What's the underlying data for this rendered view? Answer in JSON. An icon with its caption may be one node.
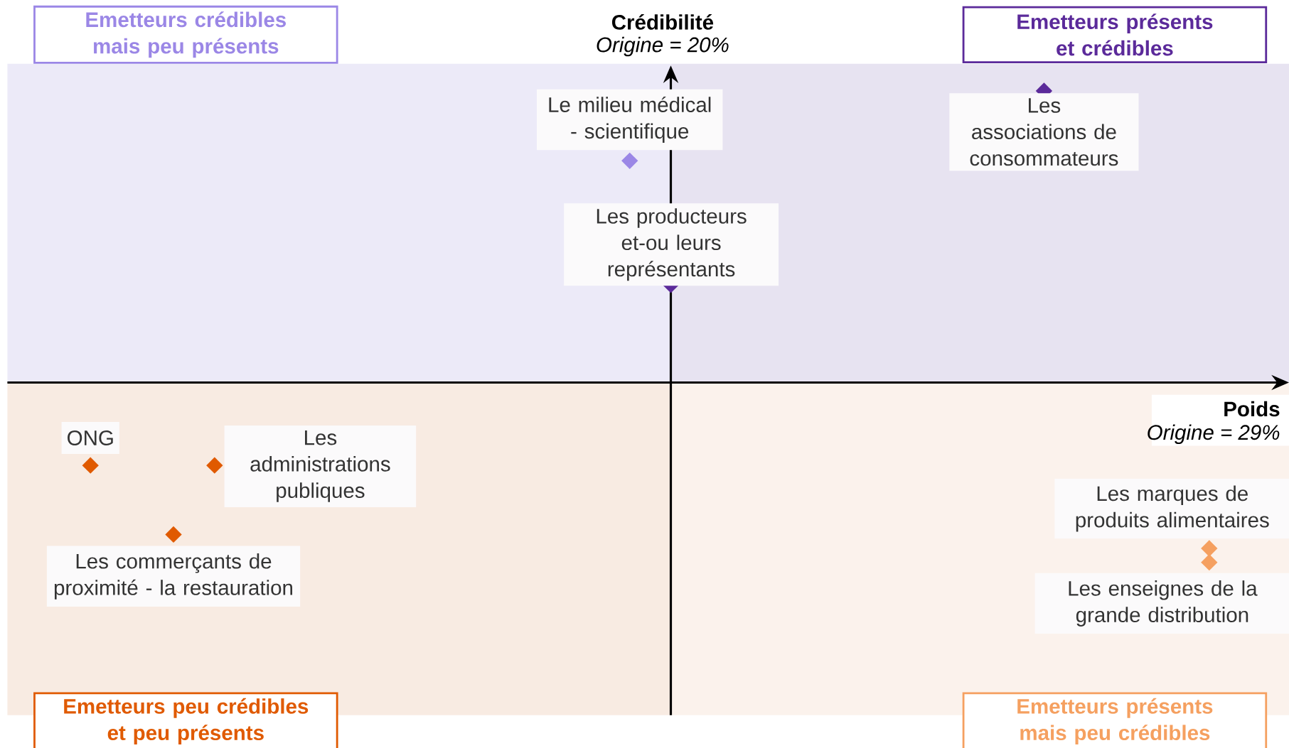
{
  "diagram": {
    "nodes": [
      {
        "text": [
          "Emetteurs crédibles mais peu présents"
        ]
      },
      {
        "text": [
          "Emetteurs présents et crédibles"
        ]
      },
      {
        "text": [
          "Emetteurs peu crédibles et peu présents"
        ]
      },
      {
        "text": [
          "Emetteurs présents mais peu crédibles"
        ]
      },
      {
        "text": [
          "Le milieu médical - scientifique"
        ]
      },
      {
        "text": [
          "Les associations de consommateurs"
        ]
      },
      {
        "text": [
          "Les producteurs et-ou leurs représentants"
        ]
      },
      {
        "text": [
          "ONG"
        ]
      },
      {
        "text": [
          "Les administrations publiques"
        ]
      },
      {
        "text": [
          "Les commerçants de proximité - la restauration"
        ]
      },
      {
        "text": [
          "Les marques de produits alimentaires"
        ]
      },
      {
        "text": [
          "Les enseignes de la grande distribution"
        ]
      }
    ],
    "labels": [
      "Crédibilité",
      "Origine = 20%",
      "Poids",
      "Origine = 29%"
    ]
  }
}
